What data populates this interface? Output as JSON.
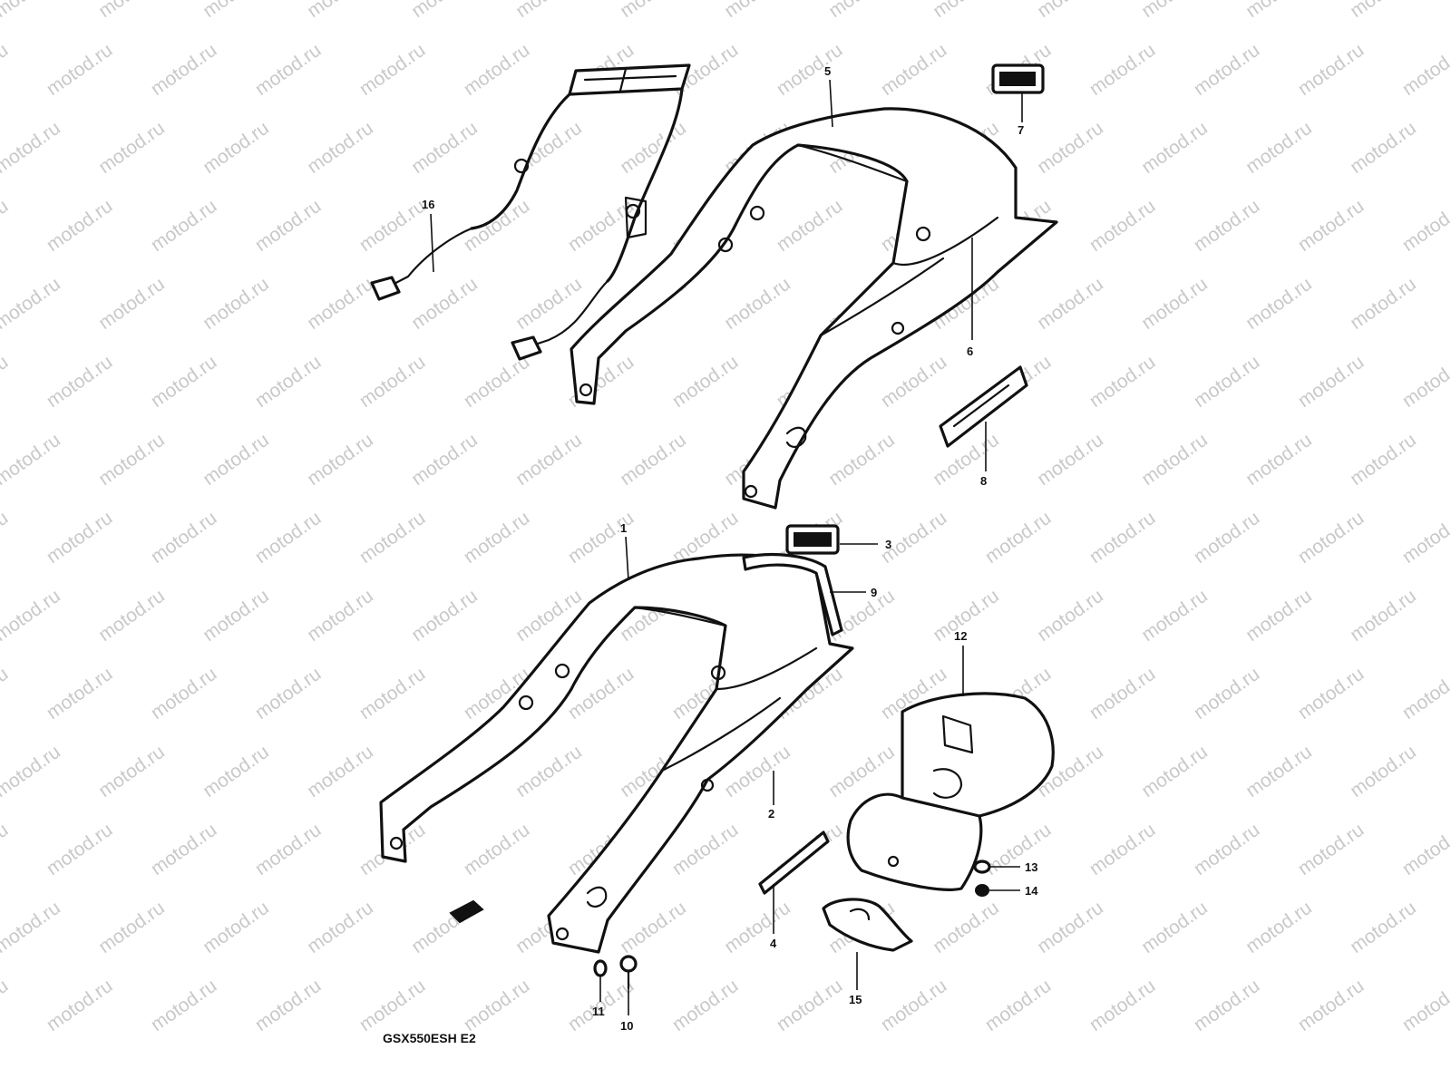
{
  "diagram": {
    "model_code": "GSX550ESH E2",
    "watermark_text": "motod.ru",
    "colors": {
      "line": "#111111",
      "watermark": "#c9c9c9",
      "background": "#ffffff"
    },
    "callouts": [
      {
        "id": "1",
        "label": "1"
      },
      {
        "id": "2",
        "label": "2"
      },
      {
        "id": "3",
        "label": "3"
      },
      {
        "id": "4",
        "label": "4"
      },
      {
        "id": "5",
        "label": "5"
      },
      {
        "id": "6",
        "label": "6"
      },
      {
        "id": "7",
        "label": "7"
      },
      {
        "id": "8",
        "label": "8"
      },
      {
        "id": "9",
        "label": "9"
      },
      {
        "id": "10",
        "label": "10"
      },
      {
        "id": "11",
        "label": "11"
      },
      {
        "id": "12",
        "label": "12"
      },
      {
        "id": "13",
        "label": "13"
      },
      {
        "id": "14",
        "label": "14"
      },
      {
        "id": "15",
        "label": "15"
      },
      {
        "id": "16",
        "label": "16"
      }
    ]
  }
}
